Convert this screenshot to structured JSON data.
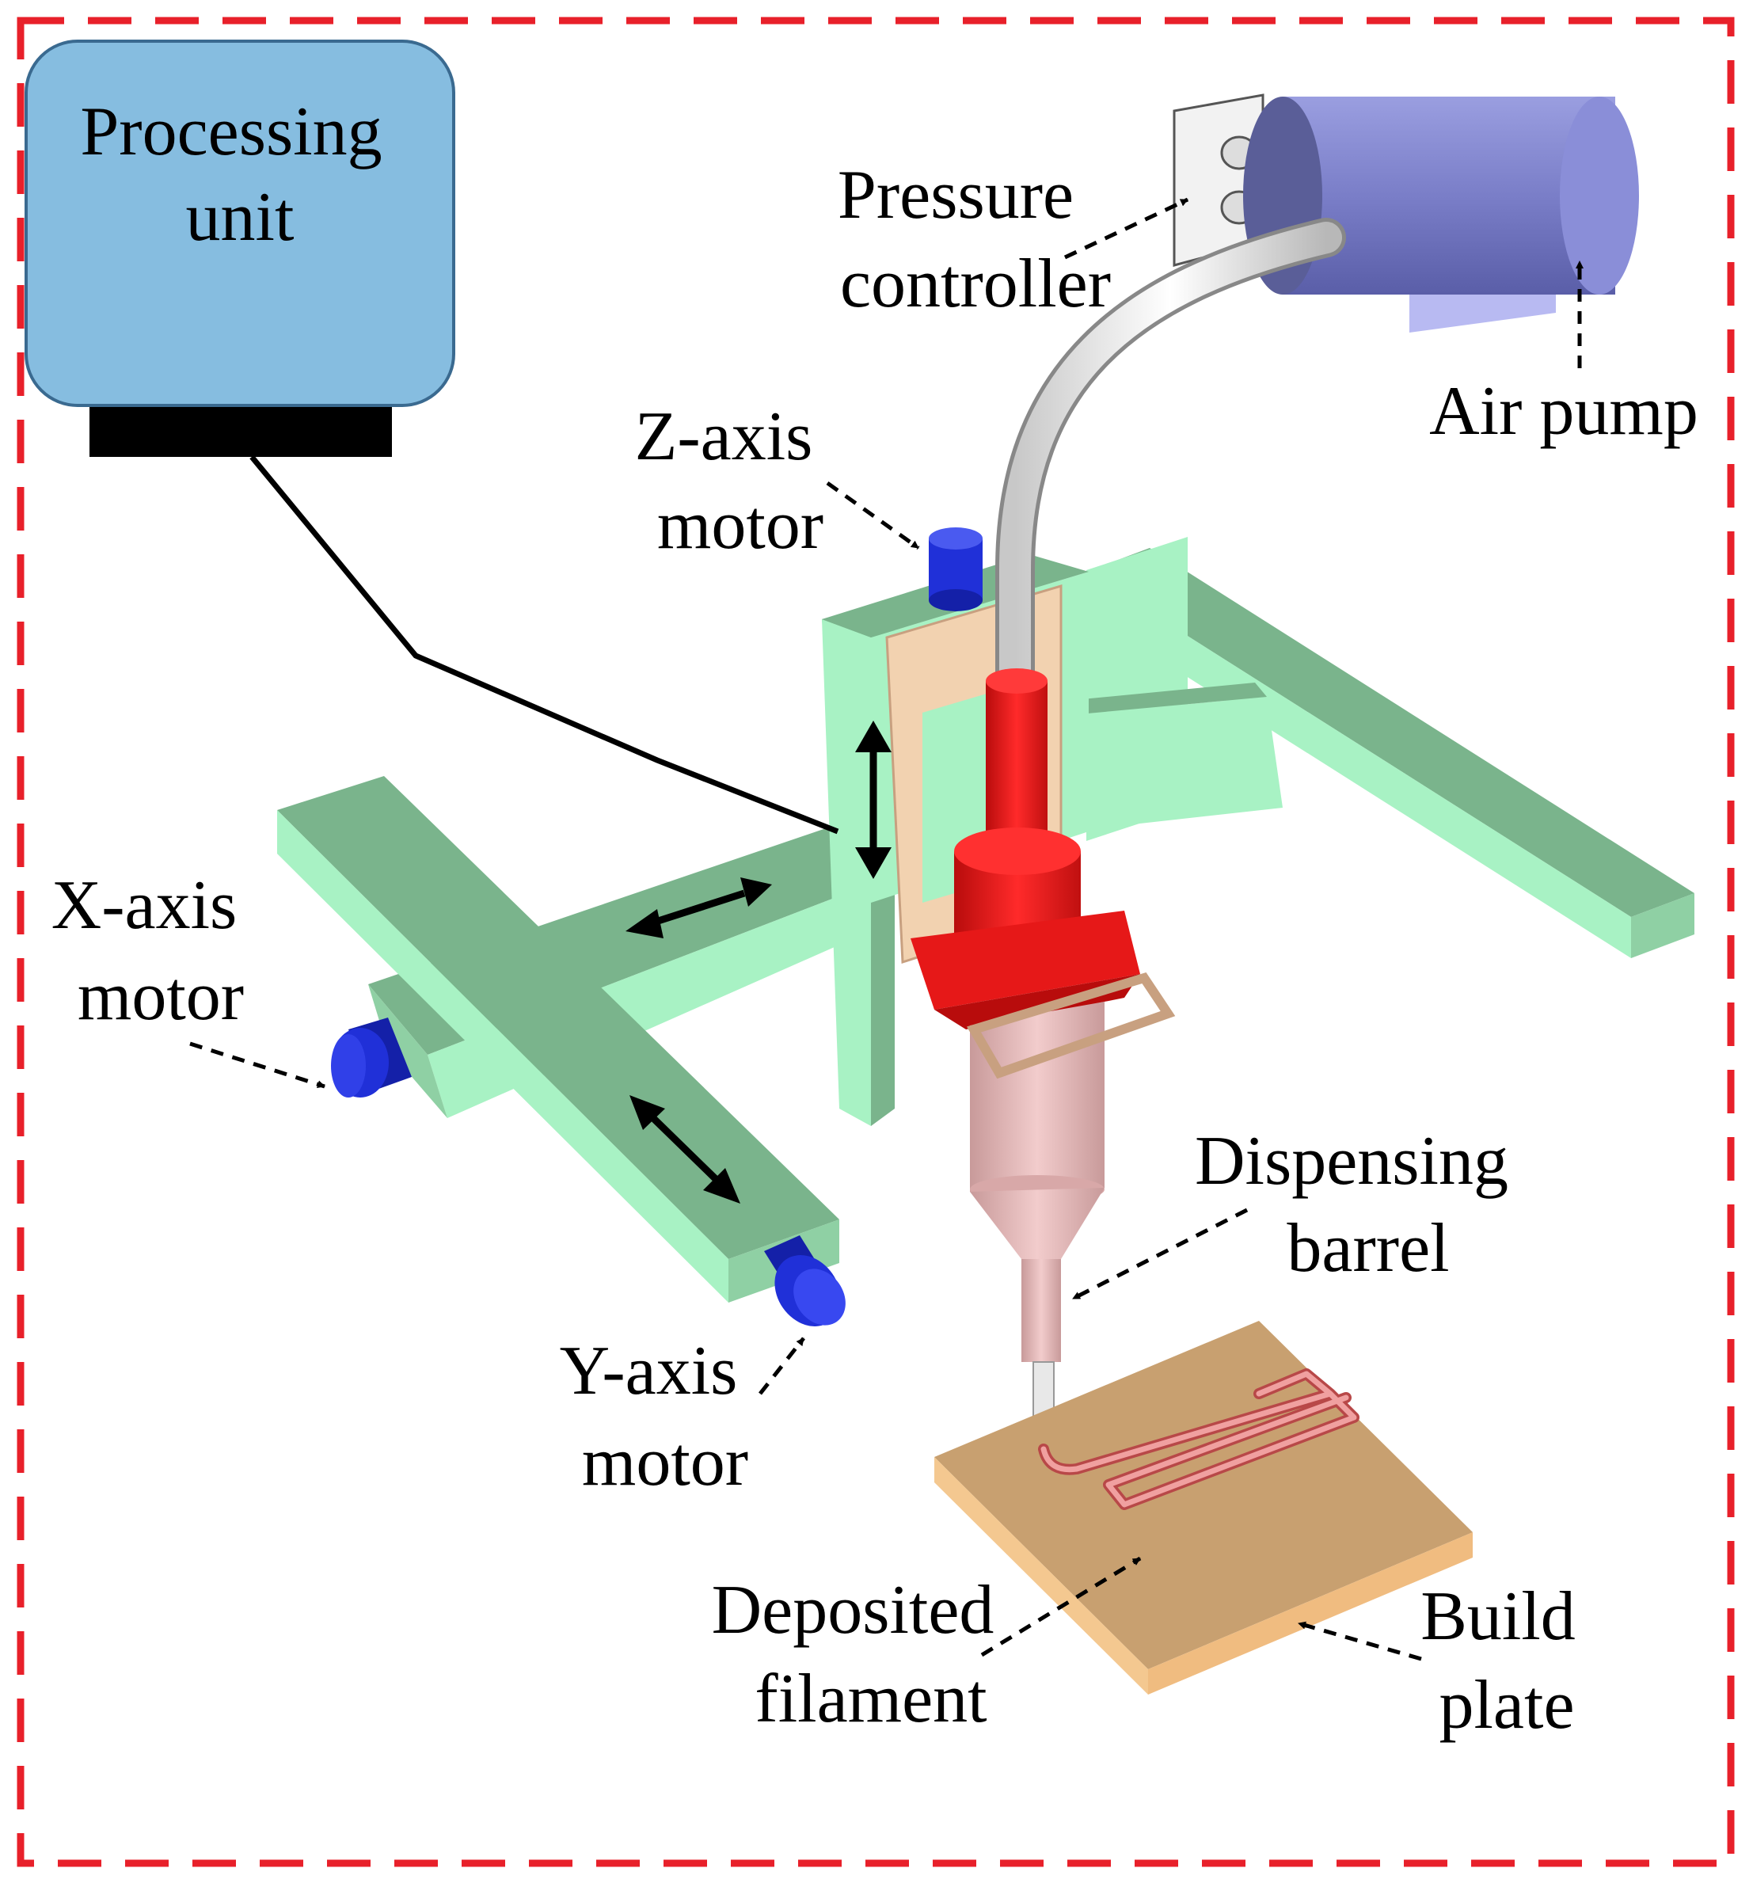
{
  "labels": {
    "processing_unit": [
      "Processing",
      "unit"
    ],
    "pressure_controller": [
      "Pressure",
      "controller"
    ],
    "air_pump": [
      "Air pump"
    ],
    "z_axis_motor": [
      "Z-axis",
      "motor"
    ],
    "x_axis_motor": [
      "X-axis",
      "motor"
    ],
    "y_axis_motor": [
      "Y-axis",
      "motor"
    ],
    "dispensing_barrel": [
      "Dispensing",
      "barrel"
    ],
    "deposited_filament": [
      "Deposited",
      "filament"
    ],
    "build_plate": [
      "Build",
      "plate"
    ]
  },
  "colors": {
    "frame_border": "#e8202a",
    "processing_unit_fill": "#86bde0",
    "rail_top": "#7ab48c",
    "rail_side": "#a8f2c4",
    "motor": "#2030d8",
    "nozzle_red": "#e61818",
    "barrel": "#e6bcbc",
    "pump": "#7a7ec8",
    "build_plate_top": "#c8a070",
    "build_plate_side": "#f4c890",
    "filament": "#e07070",
    "bracket": "#f2d2b0"
  }
}
